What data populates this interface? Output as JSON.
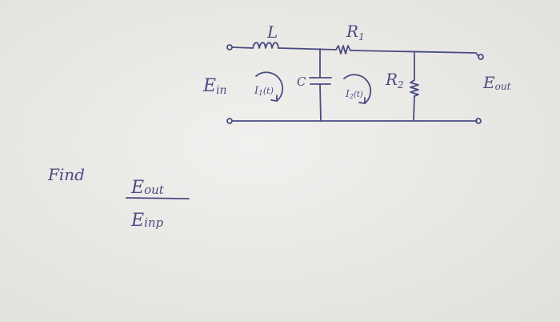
{
  "circuit": {
    "inductor_label": "L",
    "resistor1_label": "R",
    "resistor1_sub": "1",
    "resistor2_label": "R",
    "resistor2_sub": "2",
    "capacitor_label": "C",
    "input_label": "E",
    "input_sub": "in",
    "output_label": "E",
    "output_sub": "out",
    "mesh1_label": "I",
    "mesh1_sub": "1",
    "mesh1_arg": "(t)",
    "mesh2_label": "I",
    "mesh2_sub": "2",
    "mesh2_arg": "(t)"
  },
  "question": {
    "find_label": "Find",
    "numerator": "E",
    "numerator_sub": "out",
    "denominator": "E",
    "denominator_sub": "inp"
  },
  "colors": {
    "ink": "#4a4c82",
    "paper": "#ecebe8"
  }
}
